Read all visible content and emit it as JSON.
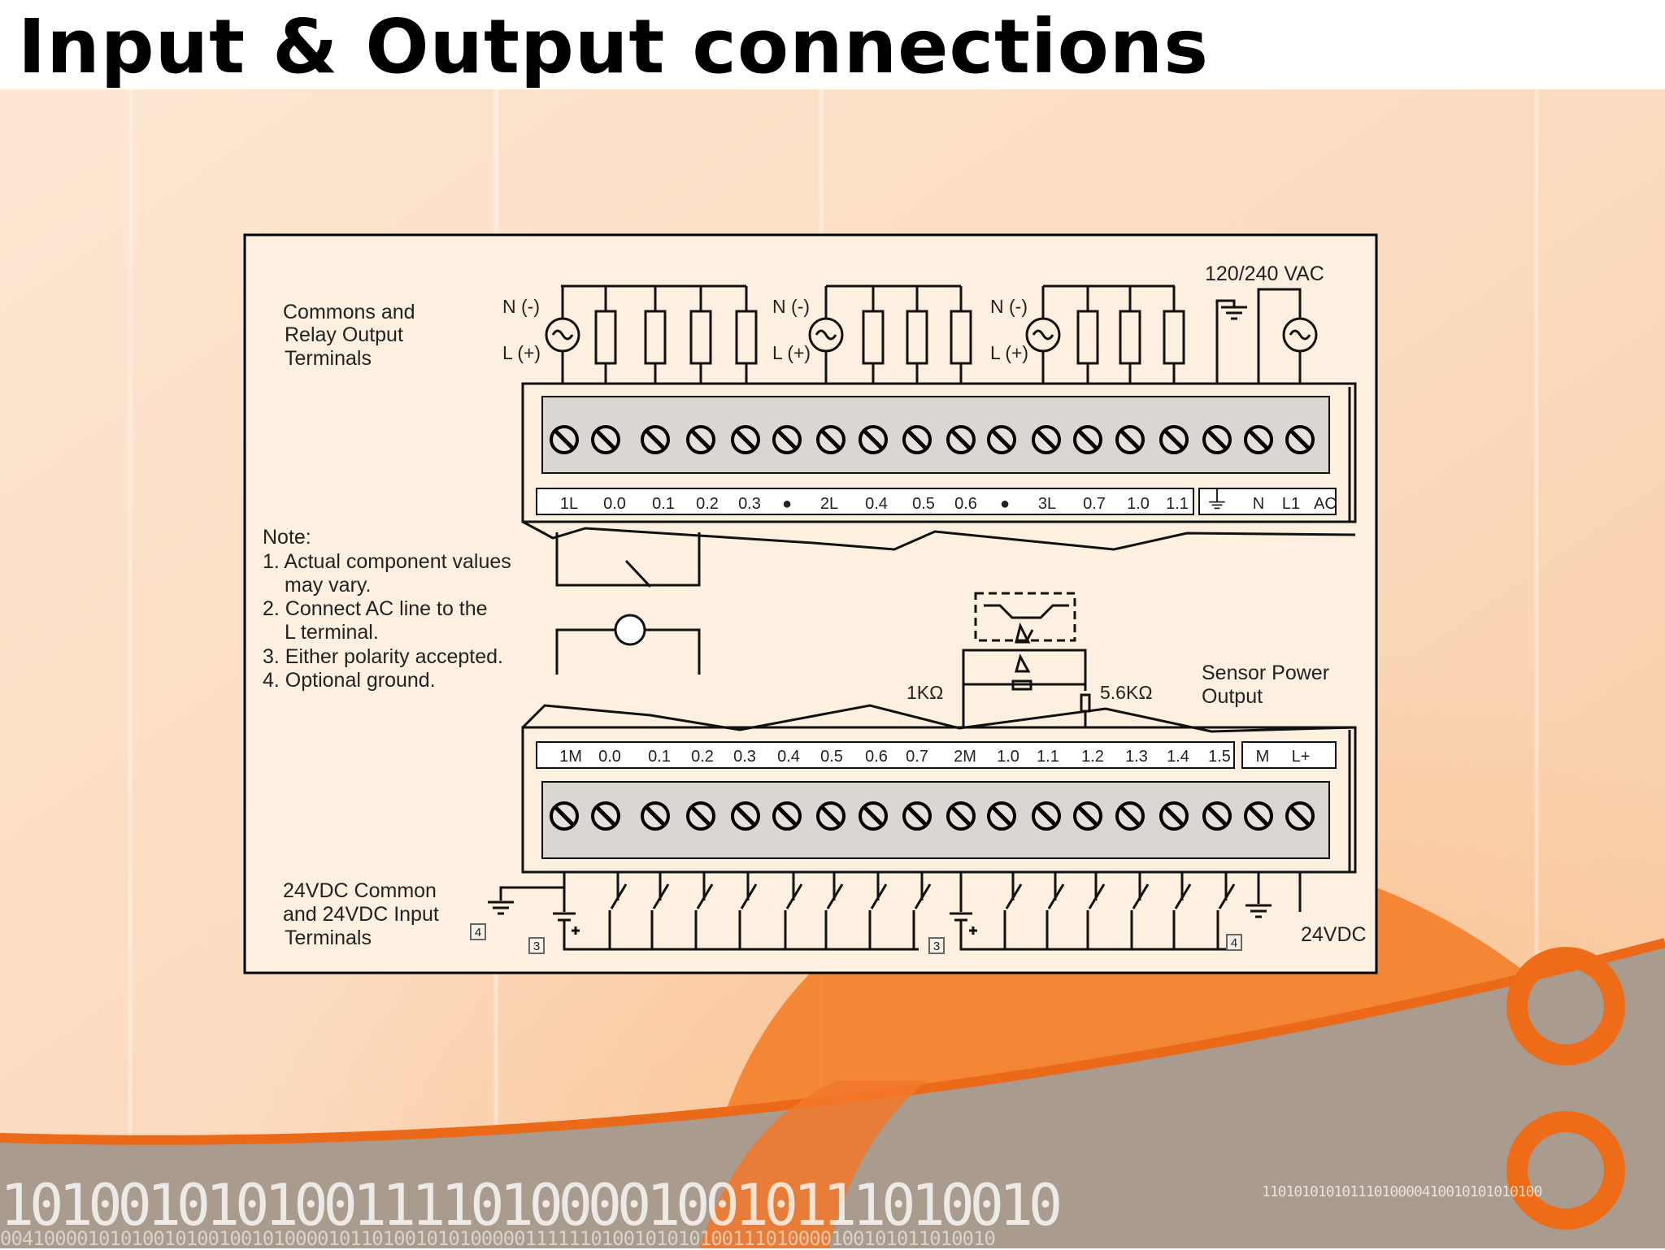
{
  "title": "Input & Output connections",
  "output_block": {
    "caption": [
      "Commons and",
      "Relay Output",
      "Terminals"
    ],
    "supply": "120/240 VAC",
    "groups": [
      {
        "n": "N (-)",
        "l": "L (+)"
      },
      {
        "n": "N (-)",
        "l": "L (+)"
      },
      {
        "n": "N (-)",
        "l": "L (+)"
      }
    ],
    "terminal_labels": [
      "1L",
      "0.0",
      "0.1",
      "0.2",
      "0.3",
      "●",
      "2L",
      "0.4",
      "0.5",
      "0.6",
      "●",
      "3L",
      "0.7",
      "1.0",
      "1.1",
      "⏚",
      "N",
      "L1",
      "AC"
    ]
  },
  "notes": {
    "heading": "Note:",
    "items": [
      "1. Actual component values",
      "may vary.",
      "2. Connect AC line to the",
      "L terminal.",
      "3. Either polarity accepted.",
      "4. Optional ground."
    ]
  },
  "input_block": {
    "resistor_1": "1KΩ",
    "resistor_2": "5.6KΩ",
    "sensor_caption": [
      "Sensor Power",
      "Output"
    ],
    "terminal_labels": [
      "1M",
      "0.0",
      "0.1",
      "0.2",
      "0.3",
      "0.4",
      "0.5",
      "0.6",
      "0.7",
      "2M",
      "1.0",
      "1.1",
      "1.2",
      "1.3",
      "1.4",
      "1.5",
      "M",
      "L+"
    ],
    "caption": [
      "24VDC Common",
      "and 24VDC Input",
      "Terminals"
    ],
    "dc_label": "24VDC",
    "markers": [
      "4",
      "3",
      "3",
      "4"
    ]
  },
  "footer": {
    "binary_large": "101001010100111101000010010111010010",
    "binary_small": "11010101010111010000410010101010100",
    "binary_bottom": "0041000010101001010010010100001011010010101000001111110100101010100111010000100101011010010"
  }
}
